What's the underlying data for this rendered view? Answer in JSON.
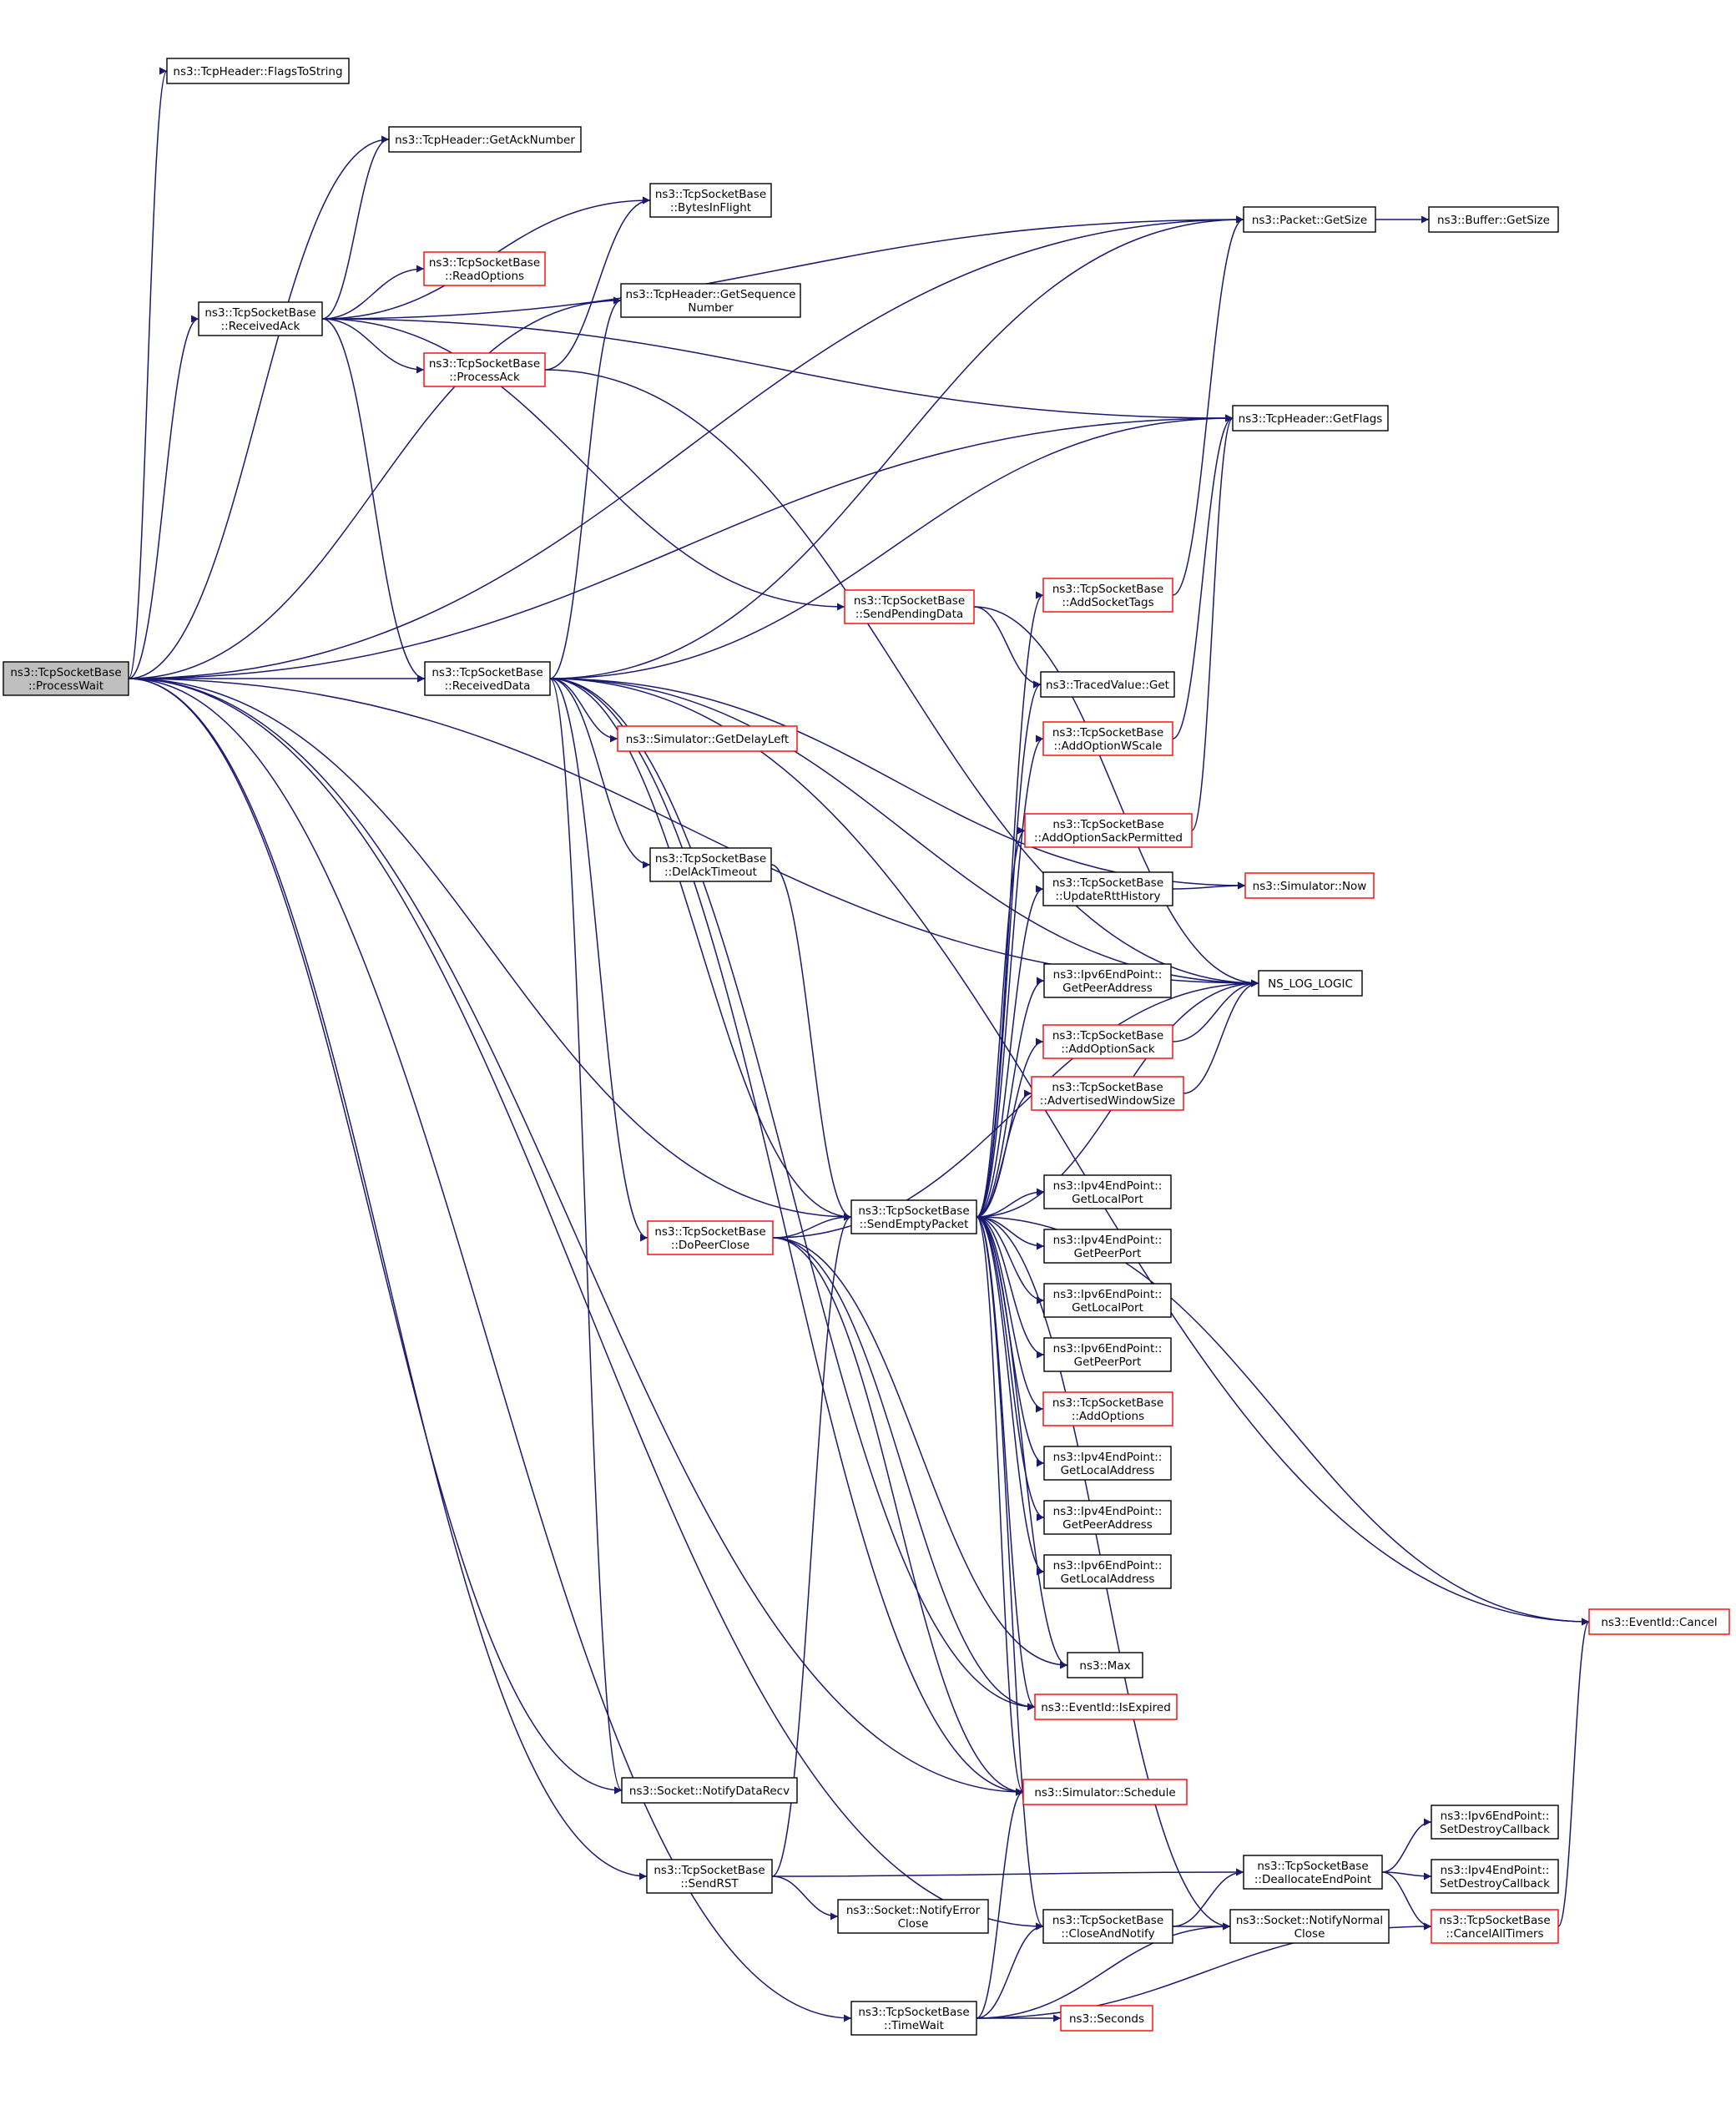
{
  "graph": {
    "colors": {
      "edge": "#191970",
      "node_border": "#000000",
      "truncated_border": "#ff0000",
      "root_fill": "#bfbfbf",
      "node_fill": "#ffffff"
    },
    "nodes": [
      {
        "id": "root",
        "lines": [
          "ns3::TcpSocketBase",
          "::ProcessWait"
        ],
        "style": "root"
      },
      {
        "id": "flagsToString",
        "lines": [
          "ns3::TcpHeader::FlagsToString"
        ],
        "style": "normal"
      },
      {
        "id": "getAckNumber",
        "lines": [
          "ns3::TcpHeader::GetAckNumber"
        ],
        "style": "normal"
      },
      {
        "id": "bytesInFlight",
        "lines": [
          "ns3::TcpSocketBase",
          "::BytesInFlight"
        ],
        "style": "normal"
      },
      {
        "id": "readOptions",
        "lines": [
          "ns3::TcpSocketBase",
          "::ReadOptions"
        ],
        "style": "truncated"
      },
      {
        "id": "receivedAck",
        "lines": [
          "ns3::TcpSocketBase",
          "::ReceivedAck"
        ],
        "style": "normal"
      },
      {
        "id": "getSeqNumber",
        "lines": [
          "ns3::TcpHeader::GetSequence",
          "Number"
        ],
        "style": "normal"
      },
      {
        "id": "processAck",
        "lines": [
          "ns3::TcpSocketBase",
          "::ProcessAck"
        ],
        "style": "truncated"
      },
      {
        "id": "packetGetSize",
        "lines": [
          "ns3::Packet::GetSize"
        ],
        "style": "normal"
      },
      {
        "id": "bufferGetSize",
        "lines": [
          "ns3::Buffer::GetSize"
        ],
        "style": "normal"
      },
      {
        "id": "getFlags",
        "lines": [
          "ns3::TcpHeader::GetFlags"
        ],
        "style": "normal"
      },
      {
        "id": "sendPendingData",
        "lines": [
          "ns3::TcpSocketBase",
          "::SendPendingData"
        ],
        "style": "truncated"
      },
      {
        "id": "addSocketTags",
        "lines": [
          "ns3::TcpSocketBase",
          "::AddSocketTags"
        ],
        "style": "truncated"
      },
      {
        "id": "receivedData",
        "lines": [
          "ns3::TcpSocketBase",
          "::ReceivedData"
        ],
        "style": "normal"
      },
      {
        "id": "tracedValueGet",
        "lines": [
          "ns3::TracedValue::Get"
        ],
        "style": "normal"
      },
      {
        "id": "getDelayLeft",
        "lines": [
          "ns3::Simulator::GetDelayLeft"
        ],
        "style": "truncated"
      },
      {
        "id": "addOptionWScale",
        "lines": [
          "ns3::TcpSocketBase",
          "::AddOptionWScale"
        ],
        "style": "truncated"
      },
      {
        "id": "addOptionSackPermitted",
        "lines": [
          "ns3::TcpSocketBase",
          "::AddOptionSackPermitted"
        ],
        "style": "truncated"
      },
      {
        "id": "delAckTimeout",
        "lines": [
          "ns3::TcpSocketBase",
          "::DelAckTimeout"
        ],
        "style": "normal"
      },
      {
        "id": "updateRttHistory",
        "lines": [
          "ns3::TcpSocketBase",
          "::UpdateRttHistory"
        ],
        "style": "normal"
      },
      {
        "id": "simulatorNow",
        "lines": [
          "ns3::Simulator::Now"
        ],
        "style": "truncated"
      },
      {
        "id": "nsLogLogic",
        "lines": [
          "NS_LOG_LOGIC"
        ],
        "style": "normal"
      },
      {
        "id": "ipv6GetPeerAddress",
        "lines": [
          "ns3::Ipv6EndPoint::",
          "GetPeerAddress"
        ],
        "style": "normal"
      },
      {
        "id": "addOptionSack",
        "lines": [
          "ns3::TcpSocketBase",
          "::AddOptionSack"
        ],
        "style": "truncated"
      },
      {
        "id": "advertisedWindowSize",
        "lines": [
          "ns3::TcpSocketBase",
          "::AdvertisedWindowSize"
        ],
        "style": "truncated"
      },
      {
        "id": "ipv4GetLocalPort",
        "lines": [
          "ns3::Ipv4EndPoint::",
          "GetLocalPort"
        ],
        "style": "normal"
      },
      {
        "id": "sendEmptyPacket",
        "lines": [
          "ns3::TcpSocketBase",
          "::SendEmptyPacket"
        ],
        "style": "normal"
      },
      {
        "id": "doPeerClose",
        "lines": [
          "ns3::TcpSocketBase",
          "::DoPeerClose"
        ],
        "style": "truncated"
      },
      {
        "id": "ipv4GetPeerPort",
        "lines": [
          "ns3::Ipv4EndPoint::",
          "GetPeerPort"
        ],
        "style": "normal"
      },
      {
        "id": "ipv6GetLocalPort",
        "lines": [
          "ns3::Ipv6EndPoint::",
          "GetLocalPort"
        ],
        "style": "normal"
      },
      {
        "id": "ipv6GetPeerPort",
        "lines": [
          "ns3::Ipv6EndPoint::",
          "GetPeerPort"
        ],
        "style": "normal"
      },
      {
        "id": "addOptions",
        "lines": [
          "ns3::TcpSocketBase",
          "::AddOptions"
        ],
        "style": "truncated"
      },
      {
        "id": "ipv4GetLocalAddress",
        "lines": [
          "ns3::Ipv4EndPoint::",
          "GetLocalAddress"
        ],
        "style": "normal"
      },
      {
        "id": "ipv4GetPeerAddress",
        "lines": [
          "ns3::Ipv4EndPoint::",
          "GetPeerAddress"
        ],
        "style": "normal"
      },
      {
        "id": "ipv6GetLocalAddress",
        "lines": [
          "ns3::Ipv6EndPoint::",
          "GetLocalAddress"
        ],
        "style": "normal"
      },
      {
        "id": "eventIdCancel",
        "lines": [
          "ns3::EventId::Cancel"
        ],
        "style": "truncated"
      },
      {
        "id": "max",
        "lines": [
          "ns3::Max"
        ],
        "style": "normal"
      },
      {
        "id": "eventIdIsExpired",
        "lines": [
          "ns3::EventId::IsExpired"
        ],
        "style": "truncated"
      },
      {
        "id": "notifyDataRecv",
        "lines": [
          "ns3::Socket::NotifyDataRecv"
        ],
        "style": "normal"
      },
      {
        "id": "simulatorSchedule",
        "lines": [
          "ns3::Simulator::Schedule"
        ],
        "style": "truncated"
      },
      {
        "id": "ipv6SetDestroyCallback",
        "lines": [
          "ns3::Ipv6EndPoint::",
          "SetDestroyCallback"
        ],
        "style": "normal"
      },
      {
        "id": "sendRST",
        "lines": [
          "ns3::TcpSocketBase",
          "::SendRST"
        ],
        "style": "normal"
      },
      {
        "id": "deallocateEndPoint",
        "lines": [
          "ns3::TcpSocketBase",
          "::DeallocateEndPoint"
        ],
        "style": "normal"
      },
      {
        "id": "ipv4SetDestroyCallback",
        "lines": [
          "ns3::Ipv4EndPoint::",
          "SetDestroyCallback"
        ],
        "style": "normal"
      },
      {
        "id": "notifyErrorClose",
        "lines": [
          "ns3::Socket::NotifyError",
          "Close"
        ],
        "style": "normal"
      },
      {
        "id": "closeAndNotify",
        "lines": [
          "ns3::TcpSocketBase",
          "::CloseAndNotify"
        ],
        "style": "normal"
      },
      {
        "id": "notifyNormalClose",
        "lines": [
          "ns3::Socket::NotifyNormal",
          "Close"
        ],
        "style": "normal"
      },
      {
        "id": "cancelAllTimers",
        "lines": [
          "ns3::TcpSocketBase",
          "::CancelAllTimers"
        ],
        "style": "truncated"
      },
      {
        "id": "timeWait",
        "lines": [
          "ns3::TcpSocketBase",
          "::TimeWait"
        ],
        "style": "normal"
      },
      {
        "id": "seconds",
        "lines": [
          "ns3::Seconds"
        ],
        "style": "truncated"
      }
    ],
    "edges": [
      [
        "root",
        "flagsToString"
      ],
      [
        "root",
        "getAckNumber"
      ],
      [
        "root",
        "getSeqNumber"
      ],
      [
        "root",
        "packetGetSize"
      ],
      [
        "root",
        "receivedAck"
      ],
      [
        "root",
        "getFlags"
      ],
      [
        "root",
        "receivedData"
      ],
      [
        "root",
        "sendEmptyPacket"
      ],
      [
        "root",
        "notifyDataRecv"
      ],
      [
        "root",
        "nsLogLogic"
      ],
      [
        "root",
        "sendRST"
      ],
      [
        "root",
        "closeAndNotify"
      ],
      [
        "root",
        "timeWait"
      ],
      [
        "root",
        "simulatorSchedule"
      ],
      [
        "receivedAck",
        "getAckNumber"
      ],
      [
        "receivedAck",
        "bytesInFlight"
      ],
      [
        "receivedAck",
        "readOptions"
      ],
      [
        "receivedAck",
        "processAck"
      ],
      [
        "receivedAck",
        "packetGetSize"
      ],
      [
        "receivedAck",
        "getFlags"
      ],
      [
        "receivedAck",
        "sendPendingData"
      ],
      [
        "receivedAck",
        "receivedData"
      ],
      [
        "processAck",
        "bytesInFlight"
      ],
      [
        "processAck",
        "nsLogLogic"
      ],
      [
        "sendPendingData",
        "tracedValueGet"
      ],
      [
        "sendPendingData",
        "nsLogLogic"
      ],
      [
        "packetGetSize",
        "bufferGetSize"
      ],
      [
        "receivedData",
        "getSeqNumber"
      ],
      [
        "receivedData",
        "packetGetSize"
      ],
      [
        "receivedData",
        "getFlags"
      ],
      [
        "receivedData",
        "getDelayLeft"
      ],
      [
        "receivedData",
        "delAckTimeout"
      ],
      [
        "receivedData",
        "doPeerClose"
      ],
      [
        "receivedData",
        "sendEmptyPacket"
      ],
      [
        "receivedData",
        "nsLogLogic"
      ],
      [
        "receivedData",
        "simulatorNow"
      ],
      [
        "receivedData",
        "notifyDataRecv"
      ],
      [
        "receivedData",
        "eventIdIsExpired"
      ],
      [
        "receivedData",
        "simulatorSchedule"
      ],
      [
        "receivedData",
        "eventIdCancel"
      ],
      [
        "delAckTimeout",
        "sendEmptyPacket"
      ],
      [
        "doPeerClose",
        "sendEmptyPacket"
      ],
      [
        "doPeerClose",
        "nsLogLogic"
      ],
      [
        "doPeerClose",
        "max"
      ],
      [
        "doPeerClose",
        "simulatorSchedule"
      ],
      [
        "doPeerClose",
        "eventIdIsExpired"
      ],
      [
        "sendEmptyPacket",
        "tracedValueGet"
      ],
      [
        "sendEmptyPacket",
        "addSocketTags"
      ],
      [
        "sendEmptyPacket",
        "addOptionWScale"
      ],
      [
        "sendEmptyPacket",
        "addOptionSackPermitted"
      ],
      [
        "sendEmptyPacket",
        "updateRttHistory"
      ],
      [
        "sendEmptyPacket",
        "ipv6GetPeerAddress"
      ],
      [
        "sendEmptyPacket",
        "addOptionSack"
      ],
      [
        "sendEmptyPacket",
        "advertisedWindowSize"
      ],
      [
        "sendEmptyPacket",
        "nsLogLogic"
      ],
      [
        "sendEmptyPacket",
        "ipv4GetLocalPort"
      ],
      [
        "sendEmptyPacket",
        "ipv4GetPeerPort"
      ],
      [
        "sendEmptyPacket",
        "ipv6GetLocalPort"
      ],
      [
        "sendEmptyPacket",
        "ipv6GetPeerPort"
      ],
      [
        "sendEmptyPacket",
        "addOptions"
      ],
      [
        "sendEmptyPacket",
        "ipv4GetLocalAddress"
      ],
      [
        "sendEmptyPacket",
        "ipv4GetPeerAddress"
      ],
      [
        "sendEmptyPacket",
        "ipv6GetLocalAddress"
      ],
      [
        "sendEmptyPacket",
        "eventIdCancel"
      ],
      [
        "sendEmptyPacket",
        "max"
      ],
      [
        "sendEmptyPacket",
        "eventIdIsExpired"
      ],
      [
        "sendEmptyPacket",
        "simulatorSchedule"
      ],
      [
        "sendEmptyPacket",
        "closeAndNotify"
      ],
      [
        "sendEmptyPacket",
        "notifyNormalClose"
      ],
      [
        "addSocketTags",
        "packetGetSize"
      ],
      [
        "addOptionWScale",
        "getFlags"
      ],
      [
        "addOptionSackPermitted",
        "getFlags"
      ],
      [
        "updateRttHistory",
        "simulatorNow"
      ],
      [
        "addOptionSack",
        "nsLogLogic"
      ],
      [
        "advertisedWindowSize",
        "nsLogLogic"
      ],
      [
        "sendRST",
        "sendEmptyPacket"
      ],
      [
        "sendRST",
        "deallocateEndPoint"
      ],
      [
        "sendRST",
        "notifyErrorClose"
      ],
      [
        "deallocateEndPoint",
        "ipv6SetDestroyCallback"
      ],
      [
        "deallocateEndPoint",
        "ipv4SetDestroyCallback"
      ],
      [
        "deallocateEndPoint",
        "cancelAllTimers"
      ],
      [
        "cancelAllTimers",
        "eventIdCancel"
      ],
      [
        "closeAndNotify",
        "deallocateEndPoint"
      ],
      [
        "closeAndNotify",
        "notifyNormalClose"
      ],
      [
        "timeWait",
        "closeAndNotify"
      ],
      [
        "timeWait",
        "seconds"
      ],
      [
        "timeWait",
        "simulatorSchedule"
      ],
      [
        "timeWait",
        "cancelAllTimers"
      ],
      [
        "timeWait",
        "notifyNormalClose"
      ]
    ]
  }
}
